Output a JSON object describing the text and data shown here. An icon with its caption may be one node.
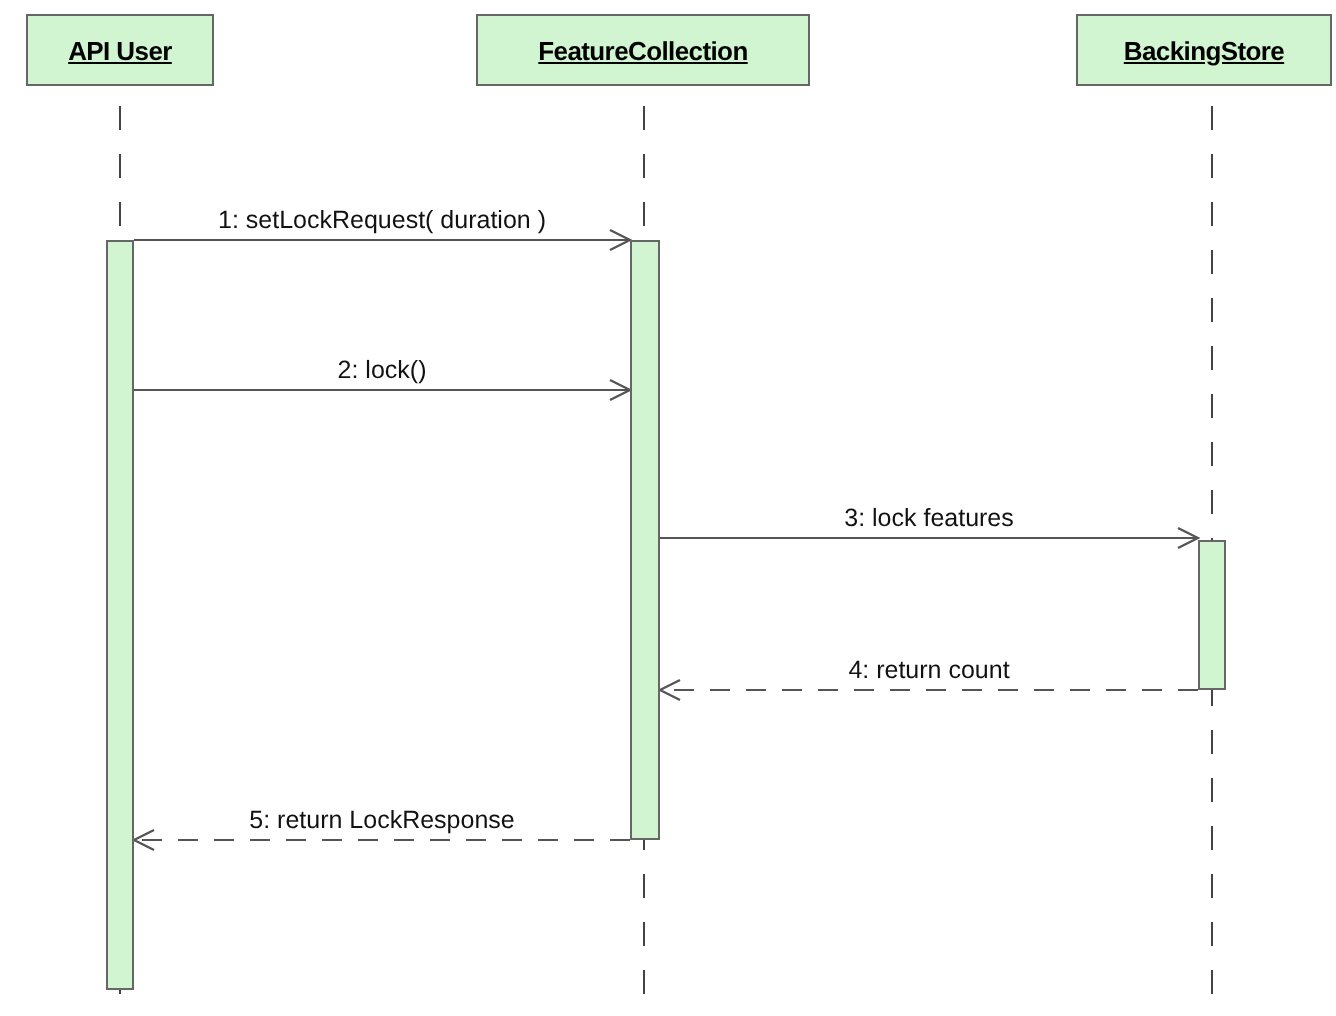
{
  "diagram": {
    "nodes": [
      {
        "text": [
          "API User"
        ]
      },
      {
        "text": [
          "FeatureCollection"
        ]
      },
      {
        "text": [
          "BackingStore"
        ]
      },
      {
        "text": [],
        "shape": "bar"
      },
      {
        "text": [],
        "shape": "bar"
      },
      {
        "text": [],
        "shape": "bar"
      }
    ],
    "edges": [
      {
        "from": 3,
        "to": 4,
        "arrow": "to",
        "label": "1: setLockRequest( duration )"
      },
      {
        "from": 3,
        "to": 4,
        "arrow": "to",
        "label": "2: lock()"
      },
      {
        "from": 4,
        "to": 5,
        "arrow": "to",
        "label": "3: lock features"
      },
      {
        "from": 5,
        "to": 4,
        "arrow": "to",
        "label": "4: return count",
        "style": "dashed"
      },
      {
        "from": 4,
        "to": 3,
        "arrow": "to",
        "label": "5: return LockResponse",
        "style": "dashed"
      }
    ]
  }
}
